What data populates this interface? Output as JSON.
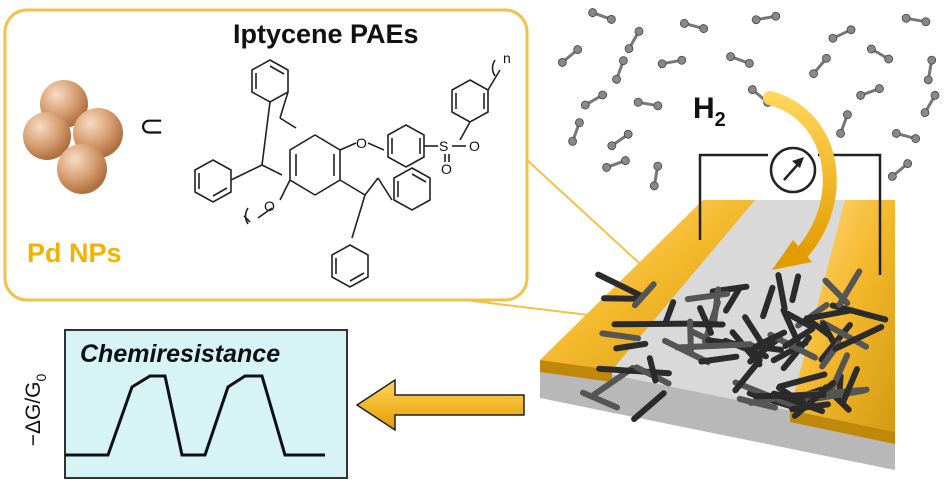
{
  "inset": {
    "title": "Iptycene PAEs",
    "subset_symbol": "⊂",
    "particle_label": "Pd NPs",
    "repeat_index": "n",
    "atoms": {
      "o1": "O",
      "o2": "O",
      "s": "S",
      "so_o1": "O",
      "so_o2": "O"
    }
  },
  "gas": {
    "label": "H",
    "subscript": "2"
  },
  "response": {
    "title": "Chemiresistance",
    "ylabel_main": "−ΔG/G",
    "ylabel_sub": "0"
  },
  "colors": {
    "gold": "#f2b300",
    "gold_box": "#f0c24a",
    "panel_bg": "#d6f3f6",
    "particle": "#cf8f5e",
    "wire": "#333333",
    "text": "#111111"
  }
}
